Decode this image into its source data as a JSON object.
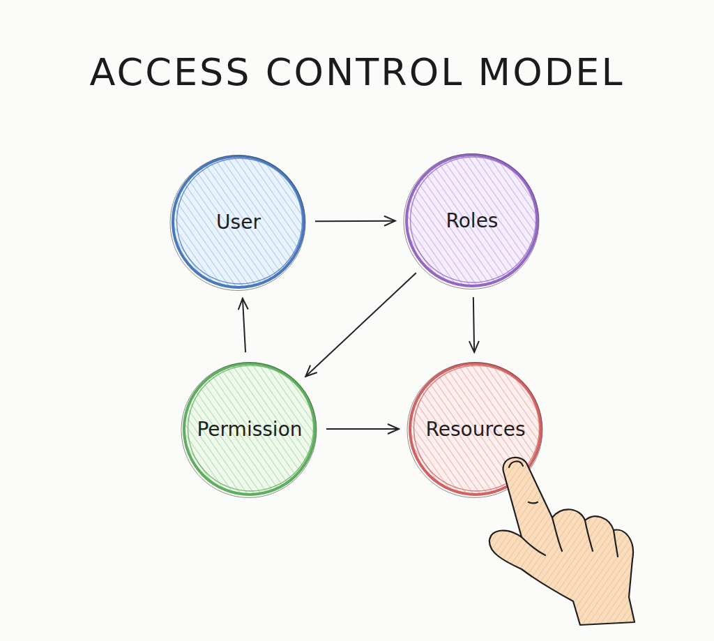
{
  "diagram": {
    "title": "ACCESS CONTROL MODEL",
    "nodes": [
      {
        "text": [
          "User"
        ]
      },
      {
        "text": [
          "Roles"
        ]
      },
      {
        "text": [
          "Permission"
        ]
      },
      {
        "text": [
          "Resources"
        ]
      }
    ],
    "edges": [
      {
        "from": 0,
        "to": 1,
        "arrow": "to"
      },
      {
        "from": 1,
        "to": 2,
        "arrow": "to"
      },
      {
        "from": 1,
        "to": 3,
        "arrow": "to"
      },
      {
        "from": 2,
        "to": 0,
        "arrow": "to"
      },
      {
        "from": 2,
        "to": 3,
        "arrow": "to"
      }
    ]
  }
}
